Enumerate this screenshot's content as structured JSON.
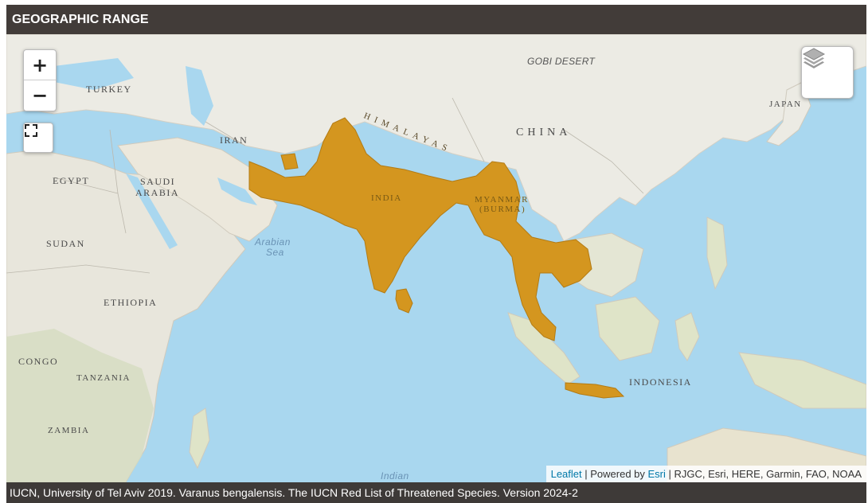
{
  "header": {
    "title": "GEOGRAPHIC RANGE"
  },
  "map": {
    "labels": {
      "turkey": "TURKEY",
      "iran": "IRAN",
      "egypt": "EGYPT",
      "saudi": "SAUDI ARABIA",
      "saudi_1": "SAUDI",
      "saudi_2": "ARABIA",
      "sudan": "SUDAN",
      "ethiopia": "ETHIOPIA",
      "congo": "CONGO",
      "tanzania": "TANZANIA",
      "zambia": "ZAMBIA",
      "china": "CHINA",
      "japan": "JAPAN",
      "india": "INDIA",
      "myanmar_1": "MYANMAR",
      "myanmar_2": "(BURMA)",
      "indonesia": "INDONESIA",
      "himalayas": "HIMALAYAS",
      "gobi": "GOBI DESERT",
      "arabian_sea_1": "Arabian",
      "arabian_sea_2": "Sea",
      "indian_ocean": "Indian"
    },
    "range_color": "#d4961f",
    "water_color": "#a9d7ef",
    "land_color": "#eceae2",
    "controls": {
      "zoom_in": "+",
      "zoom_out": "−",
      "fullscreen_icon": "fullscreen-icon",
      "layers_icon": "layers-icon"
    },
    "attribution": {
      "leaflet": "Leaflet",
      "sep1": " | Powered by ",
      "esri": "Esri",
      "rest": " | RJGC, Esri, HERE, Garmin, FAO, NOAA"
    }
  },
  "citation": "IUCN, University of Tel Aviv 2019. Varanus bengalensis. The IUCN Red List of Threatened Species. Version 2024-2"
}
